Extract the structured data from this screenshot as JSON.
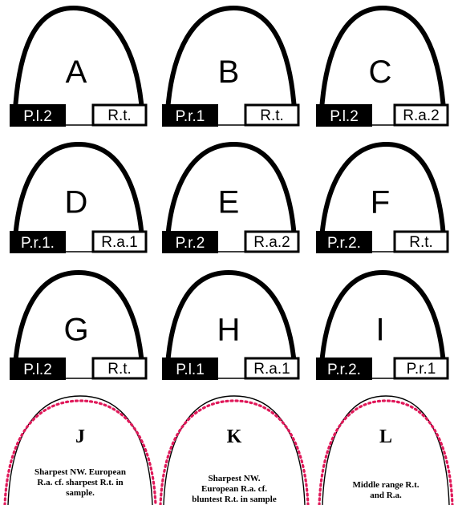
{
  "panels": [
    {
      "letter": "A",
      "left_label": "P.l.2",
      "right_label": "R.t."
    },
    {
      "letter": "B",
      "left_label": "P.r.1",
      "right_label": "R.t."
    },
    {
      "letter": "C",
      "left_label": "P.l.2",
      "right_label": "R.a.2"
    },
    {
      "letter": "D",
      "left_label": "P.r.1.",
      "right_label": "R.a.1"
    },
    {
      "letter": "E",
      "left_label": "P.r.2",
      "right_label": "R.a.2"
    },
    {
      "letter": "F",
      "left_label": "P.r.2.",
      "right_label": "R.t."
    },
    {
      "letter": "G",
      "left_label": "P.l.2",
      "right_label": "R.t."
    },
    {
      "letter": "H",
      "left_label": "P.l.1",
      "right_label": "R.a.1"
    },
    {
      "letter": "I",
      "left_label": "P.r.2.",
      "right_label": "P.r.1"
    }
  ],
  "comparisons": [
    {
      "letter": "J",
      "caption": [
        "Sharpest NW. European",
        "R.a. cf. sharpest R.t. in",
        "sample."
      ]
    },
    {
      "letter": "K",
      "caption": [
        "Sharpest NW.",
        "European R.a. cf.",
        "bluntest R.t. in sample"
      ]
    },
    {
      "letter": "L",
      "caption": [
        "Middle range R.t.",
        "and R.a."
      ]
    }
  ],
  "colors": {
    "outline": "#000000",
    "dotted": "#e0195a",
    "label_fill": "#000000",
    "label_text_light": "#ffffff"
  }
}
